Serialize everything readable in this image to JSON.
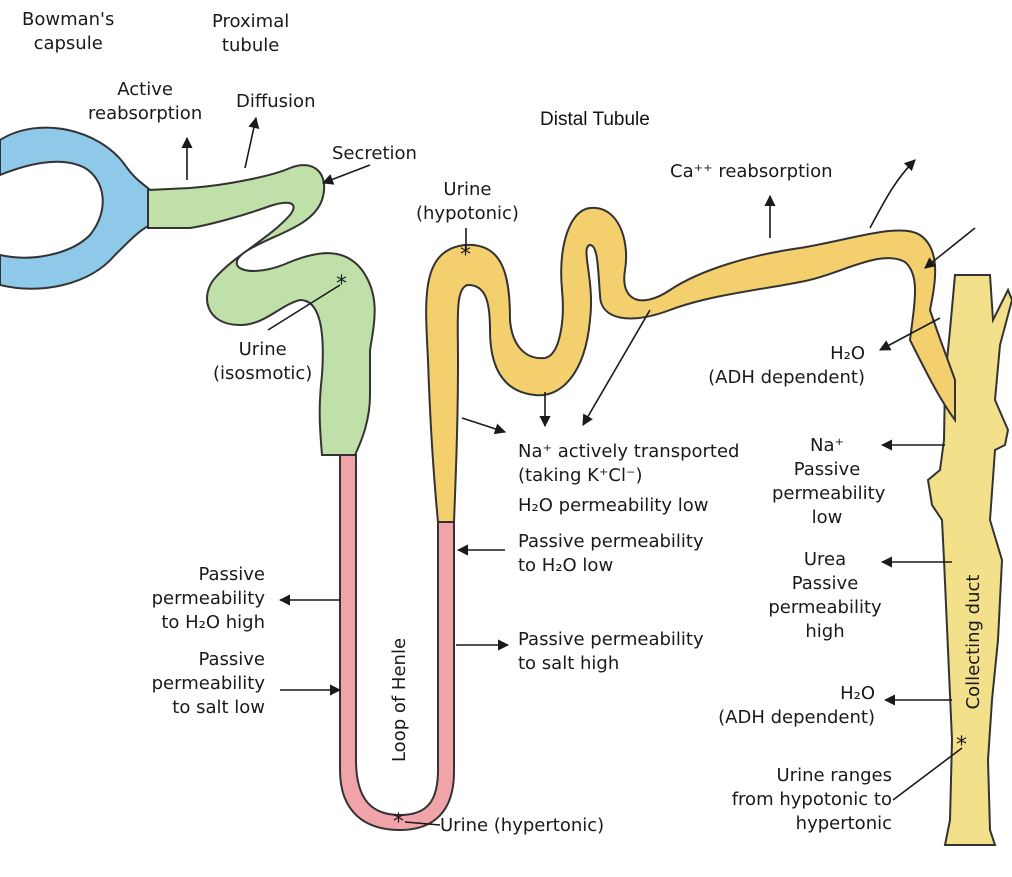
{
  "title": "Distal Tubule",
  "labels": {
    "bowmans_capsule": [
      "Bowman's",
      "capsule"
    ],
    "proximal_tubule": [
      "Proximal",
      "tubule"
    ],
    "active_reabsorption": [
      "Active",
      "reabsorption"
    ],
    "diffusion": "Diffusion",
    "secretion": "Secretion",
    "urine_hypotonic": [
      "Urine",
      "(hypotonic)"
    ],
    "ca_reabsorption": "Ca⁺⁺ reabsorption",
    "urine_isosmotic": [
      "Urine",
      "(isosmotic)"
    ],
    "h2o_adh_top": [
      "H₂O",
      "(ADH dependent)"
    ],
    "na_actively": [
      "Na⁺ actively transported",
      "(taking K⁺Cl⁻)",
      "H₂O permeability low"
    ],
    "na_passive": [
      "Na⁺",
      "Passive",
      "permeability",
      "low"
    ],
    "passive_h2o_low": [
      "Passive permeability",
      "to H₂O low"
    ],
    "passive_h2o_high": [
      "Passive",
      "permeability",
      "to H₂O high"
    ],
    "passive_salt_low": [
      "Passive",
      "permeability",
      "to salt low"
    ],
    "passive_salt_high": [
      "Passive permeability",
      "to salt high"
    ],
    "urea_passive": [
      "Urea",
      "Passive",
      "permeability",
      "high"
    ],
    "h2o_adh_bottom": [
      "H₂O",
      "(ADH dependent)"
    ],
    "urine_ranges": [
      "Urine ranges",
      "from hypotonic to",
      "hypertonic"
    ],
    "urine_hypertonic": "Urine (hypertonic)",
    "loop_of_henle": "Loop of Henle",
    "collecting_duct": "Collecting duct"
  },
  "colors": {
    "bowmans": "#8ec9ea",
    "proximal": "#bfe0a8",
    "loop": "#f0a3a8",
    "distal": "#f4cf6e",
    "collecting": "#f3e08a"
  }
}
